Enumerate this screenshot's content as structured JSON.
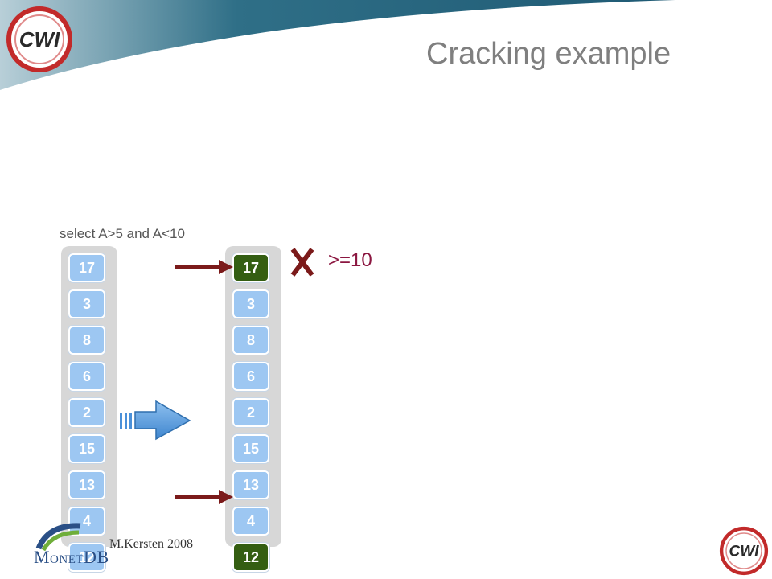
{
  "slide": {
    "title": "Cracking example",
    "query": "select A>5 and A<10",
    "condition_label": ">=10",
    "footer": "M.Kersten 2008",
    "monetdb_logo_text": "MonetDB",
    "cwi_logo_text": "CWI"
  },
  "colors": {
    "cell_fill": "#9dc7f2",
    "highlight_fill": "#345e12",
    "arrow_red": "#7b1a1a",
    "arrow_blue": "#4a90d9",
    "condition_text": "#8b1640",
    "header_band": "#2f6f87"
  },
  "left_column": {
    "values": [
      "17",
      "3",
      "8",
      "6",
      "2",
      "15",
      "13",
      "4",
      "12"
    ]
  },
  "right_column": {
    "values": [
      "17",
      "3",
      "8",
      "6",
      "2",
      "15",
      "13",
      "4",
      "12"
    ],
    "highlighted": [
      true,
      false,
      false,
      false,
      false,
      false,
      false,
      false,
      true
    ]
  }
}
